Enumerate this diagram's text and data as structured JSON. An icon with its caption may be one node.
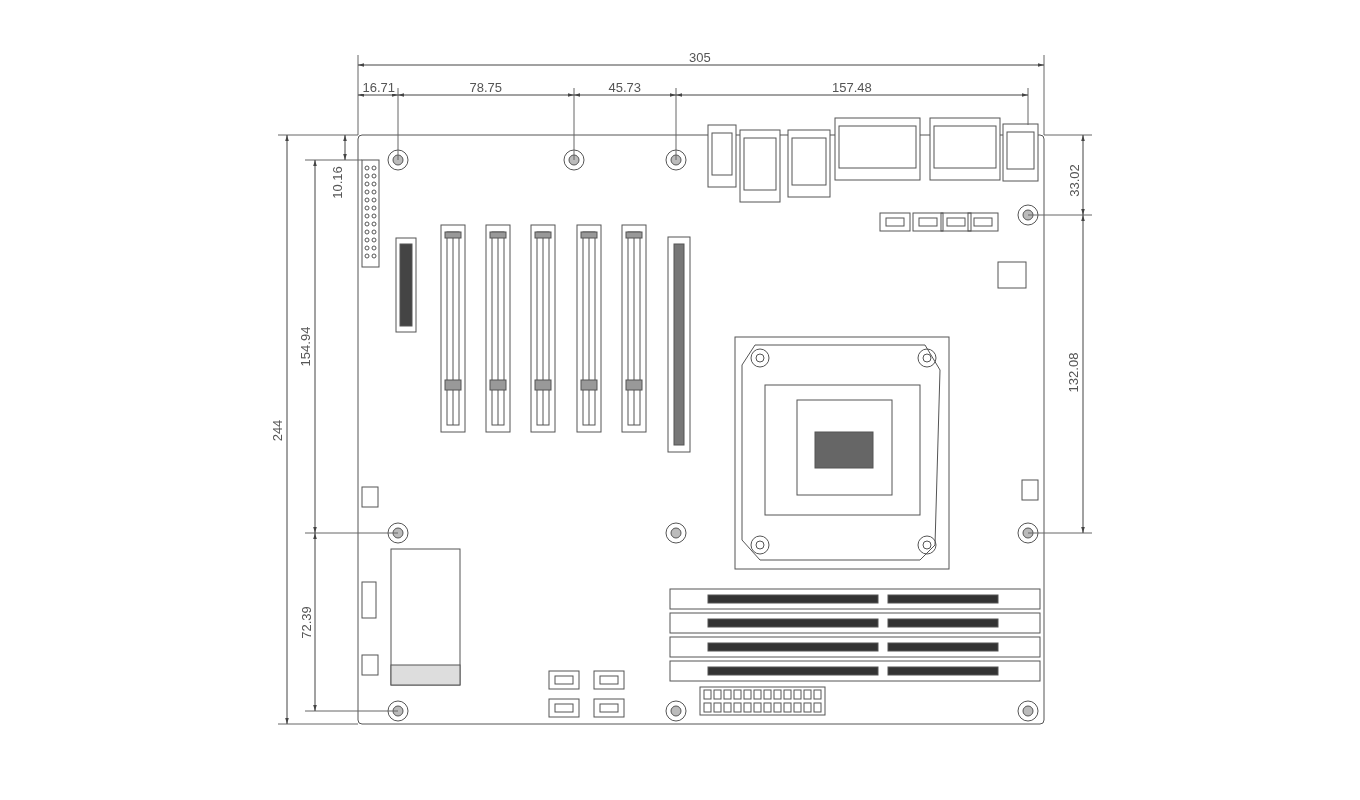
{
  "diagram": {
    "labels": [
      "305",
      "16.71",
      "78.75",
      "45.73",
      "157.48",
      "10.16",
      "154.94",
      "244",
      "72.39",
      "33.02",
      "132.08"
    ]
  }
}
